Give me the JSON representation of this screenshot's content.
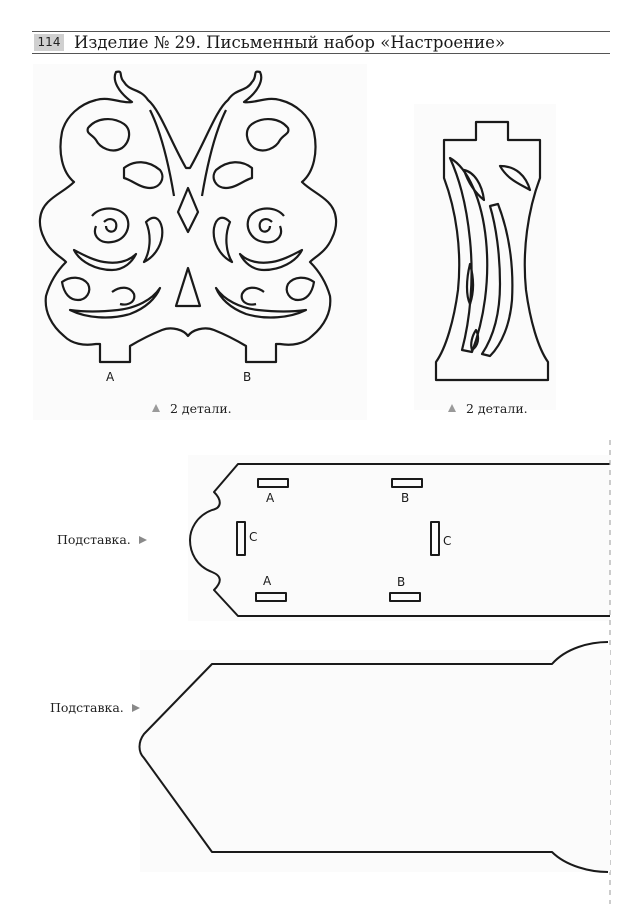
{
  "header": {
    "page_number": "114",
    "title": "Изделие № 29. Письменный набор «Настроение»"
  },
  "figures": {
    "ornament": {
      "caption": "2 детали.",
      "letters": [
        "A",
        "B"
      ]
    },
    "column": {
      "caption": "2 детали."
    }
  },
  "stand_top": {
    "caption": "Подставка.",
    "markers": [
      "A",
      "B",
      "C",
      "C",
      "A",
      "B"
    ]
  },
  "stand_bottom": {
    "caption": "Подставка."
  }
}
